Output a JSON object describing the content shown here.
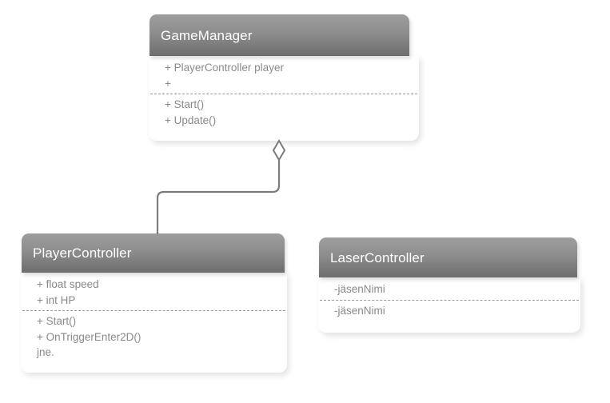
{
  "diagram": {
    "type": "uml-class-diagram",
    "background_color": "#ffffff",
    "header_color": "#8d8d8d",
    "text_color": "#8a8a8a",
    "title_color": "#ffffff",
    "line_color": "#7c7c7c"
  },
  "classes": [
    {
      "id": "gamemanager",
      "name": "GameManager",
      "attributes": [
        "+ PlayerController player",
        "+"
      ],
      "operations": [
        "+ Start()",
        "+ Update()"
      ]
    },
    {
      "id": "playercontroller",
      "name": "PlayerController",
      "attributes": [
        "+ float speed",
        "+ int HP"
      ],
      "operations": [
        "+ Start()",
        "+ OnTriggerEnter2D()",
        "jne."
      ]
    },
    {
      "id": "lasercontroller",
      "name": "LaserController",
      "attributes": [
        "-jäsenNimi"
      ],
      "operations": [
        "-jäsenNimi"
      ]
    }
  ],
  "relationships": [
    {
      "id": "aggregation-gamemanager-playercontroller",
      "kind": "aggregation",
      "from": "gamemanager",
      "to": "playercontroller",
      "marker": "hollow-diamond"
    }
  ]
}
